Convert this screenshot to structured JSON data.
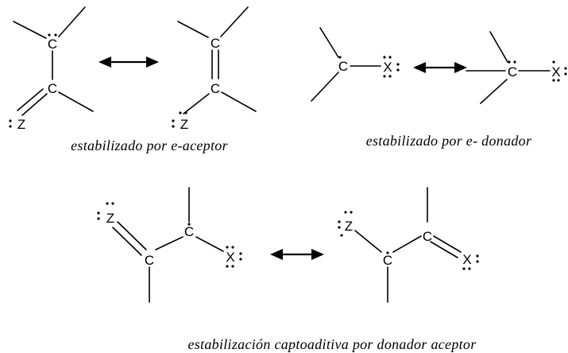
{
  "atoms": {
    "carbon": "C",
    "acceptor": "Z",
    "donor": "X"
  },
  "captions": {
    "acceptor": "estabilizado por e-aceptor",
    "donor": "estabilizado por e- donador",
    "captodative": "estabilización captoaditiva por donador aceptor"
  }
}
